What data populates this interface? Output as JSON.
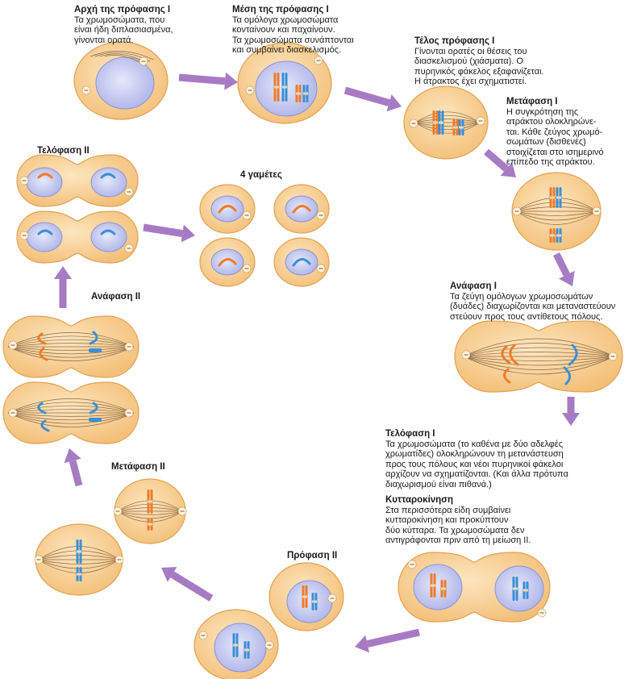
{
  "stages": {
    "prophase_start": {
      "title": "Αρχή της πρόφασης Ι",
      "desc": [
        "Τα χρωμοσώματα, που",
        "είναι ήδη διπλασιασμένα,",
        "γίνονται ορατά."
      ]
    },
    "prophase_mid": {
      "title": "Μέση της πρόφασης Ι",
      "desc": [
        "Τα ομόλογα χρωμοσώματα",
        "κονταίνουν και παχαίνουν.",
        "Τα χρωμοσώματα συνάπτονται",
        "και συμβαίνει διασκελισμός."
      ]
    },
    "prophase_end": {
      "title": "Τέλος πρόφασης Ι",
      "desc": [
        "Γίνονται ορατές οι θέσεις του",
        "διασκελισμού (χιάσματα). Ο",
        "πυρηνικός φάκελος εξαφανίζεται.",
        "Η άτρακτος έχει σχηματιστεί."
      ]
    },
    "metaphase1": {
      "title": "Μετάφαση Ι",
      "desc": [
        "Η συγκρότηση της",
        "ατράκτου ολοκληρώνε-",
        "ται. Κάθε ζεύγος χρωμό-",
        "σωμάτων (δισθενές)",
        "στοιχίζεται στο ισημερινό",
        "επίπεδο της ατράκτου."
      ]
    },
    "anaphase1": {
      "title": "Ανάφαση Ι",
      "desc": [
        "Τα ζεύγη ομόλογων χρωμοσωμάτων",
        "(δυάδες) διαχωρίζονται και μεταναστεύουν",
        "στεύουν προς τους αντίθετους πόλους."
      ]
    },
    "telophase1": {
      "title": "Τελόφαση Ι",
      "desc": [
        "Τα χρωμοσώματα (το καθένα με δύο αδελφές",
        "χρωματίδες) ολοκληρώνουν τη μετανάστευση",
        "προς τους πόλους και νέοι πυρηνικοί φάκελοι",
        "αρχίζουν να σχηματίζονται. (Και άλλα πρότυπα",
        "διαχωρισμού είναι πιθανά.)"
      ]
    },
    "cytokinesis": {
      "title": "Κυτταροκίνηση",
      "desc": [
        "Στα περισσότερα είδη συμβαίνει",
        "κυτταροκίνηση και προκύπτουν",
        "δύο κύτταρα. Τα χρωμοσώματα δεν",
        "αντιγράφονται πριν από τη μείωση ΙΙ."
      ]
    },
    "prophase2": {
      "title": "Πρόφαση ΙΙ"
    },
    "metaphase2": {
      "title": "Μετάφαση ΙΙ"
    },
    "anaphase2": {
      "title": "Ανάφαση ΙΙ"
    },
    "telophase2": {
      "title": "Τελόφαση ΙΙ"
    },
    "gametes": {
      "title": "4 γαμέτες"
    }
  },
  "colors": {
    "cell": "#f7c985",
    "cell_edge": "#e0a255",
    "nucleus": "#c9cdef",
    "orange": "#f07a2a",
    "blue": "#3a8fd6",
    "arrow": "#a77bc4"
  }
}
